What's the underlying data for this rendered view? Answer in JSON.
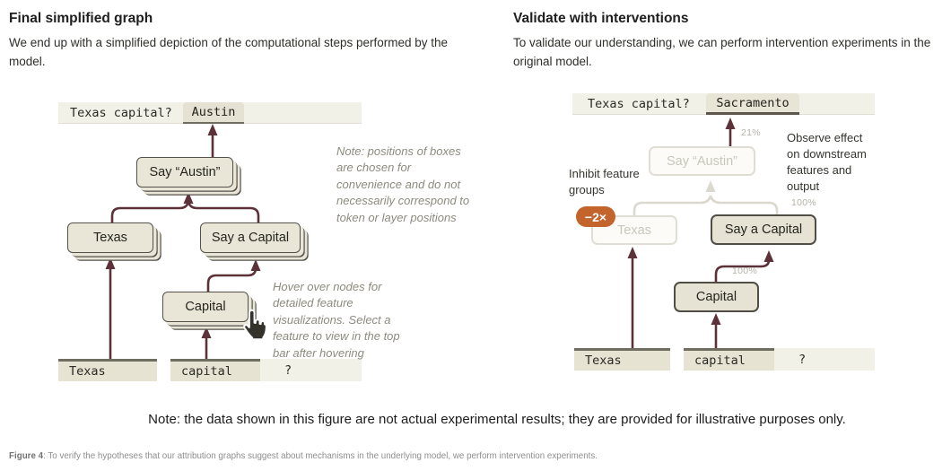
{
  "left_panel": {
    "heading": "Final simplified graph",
    "description": "We end up with a simplified depiction of the computational steps performed by the model.",
    "prompt": "Texas capital?",
    "completion": "Austin",
    "nodes": {
      "say_austin": "Say “Austin”",
      "texas": "Texas",
      "say_a_capital": "Say a Capital",
      "capital": "Capital"
    },
    "tokens": [
      "Texas",
      "capital",
      "?"
    ],
    "note_positions": "Note: positions of boxes are chosen for convenience and do not necessarily correspond to token or layer positions",
    "note_hover": "Hover over nodes for detailed feature visualizations. Select a feature to view in the top bar after hovering"
  },
  "right_panel": {
    "heading": "Validate with interventions",
    "description": "To validate our understanding, we can perform intervention experiments in the original model.",
    "prompt": "Texas capital?",
    "completion": "Sacramento",
    "nodes": {
      "say_austin": "Say “Austin”",
      "texas": "Texas",
      "say_a_capital": "Say a Capital",
      "capital": "Capital"
    },
    "tokens": [
      "Texas",
      "capital",
      "?"
    ],
    "inhibit_badge": "−2×",
    "label_inhibit": "Inhibit feature groups",
    "label_observe": "Observe effect on downstream features and output",
    "pct_output": "21%",
    "pct_say_a_capital": "100%",
    "pct_capital": "100%"
  },
  "footer": {
    "note": "Note: the data shown in this figure are not actual experimental results; they are provided for illustrative purposes only.",
    "caption_label": "Figure 4",
    "caption_text": ": To verify the hypotheses that our attribution graphs suggest about mechanisms in the underlying model, we perform intervention experiments."
  },
  "colors": {
    "arrow_active": "#5d3138",
    "arrow_inhibited": "#dbd9cf",
    "node_fill": "#e9e6d8",
    "node_border": "#53514a",
    "ghost_fill": "#fcfbf7",
    "ghost_border": "#e0ded4",
    "ghost_text": "#c9c7bb",
    "badge_bg": "#c2642c",
    "bar_bg": "#f2f1e8",
    "token_cell_bg": "#e6e3d3",
    "token_rule": "#6f6d60",
    "pct_text": "#b4b2a7",
    "note_text": "#8d8b7e"
  }
}
